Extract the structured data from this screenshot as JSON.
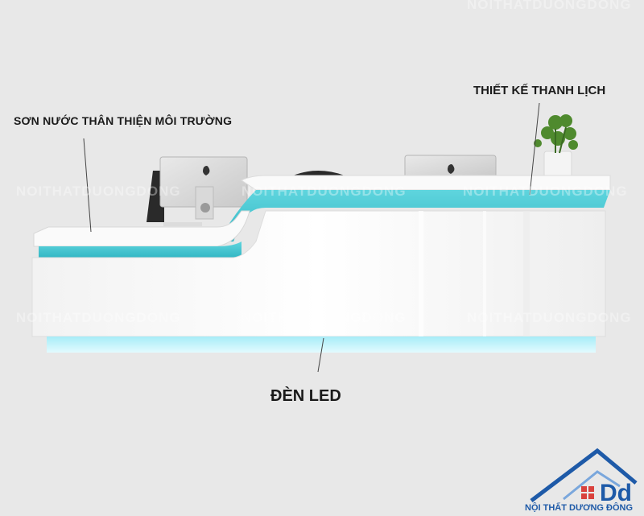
{
  "annotations": {
    "paint": "SƠN NƯỚC THÂN THIỆN MÔI TRƯỜNG",
    "design": "THIẾT KẾ THANH LỊCH",
    "led": "ĐÈN LED"
  },
  "watermark": "NOITHATDUONGDONG",
  "logo": {
    "name": "NỘI THẤT DƯƠNG ĐÔNG",
    "mark": "Dd"
  },
  "colors": {
    "background": "#e8e8e8",
    "desk_white": "#f7f7f7",
    "accent_teal": "#3fc4cf",
    "led_glow": "#c8f3fb",
    "logo_blue": "#1e5aa8",
    "logo_red": "#d9413c"
  },
  "icons": [
    "apple-logo-icon",
    "plant-icon",
    "house-logo-icon"
  ]
}
